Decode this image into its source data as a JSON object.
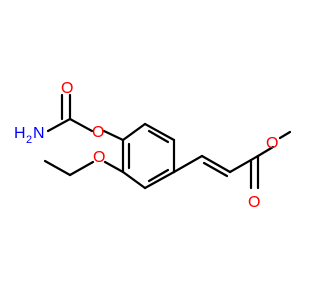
{
  "molecule": {
    "atoms": {
      "amide_o": {
        "text": "O",
        "color": "#ff0000"
      },
      "amine_n": {
        "text": "H",
        "sub": "2",
        "n": "N",
        "color": "#0000ff"
      },
      "ether_o": {
        "text": "O",
        "color": "#ff0000"
      },
      "ethoxy_o": {
        "text": "O",
        "color": "#ff0000"
      },
      "ester_o": {
        "text": "O",
        "color": "#ff0000"
      },
      "carbonyl_o": {
        "text": "O",
        "color": "#ff0000"
      }
    },
    "bond_color": "#000000"
  }
}
